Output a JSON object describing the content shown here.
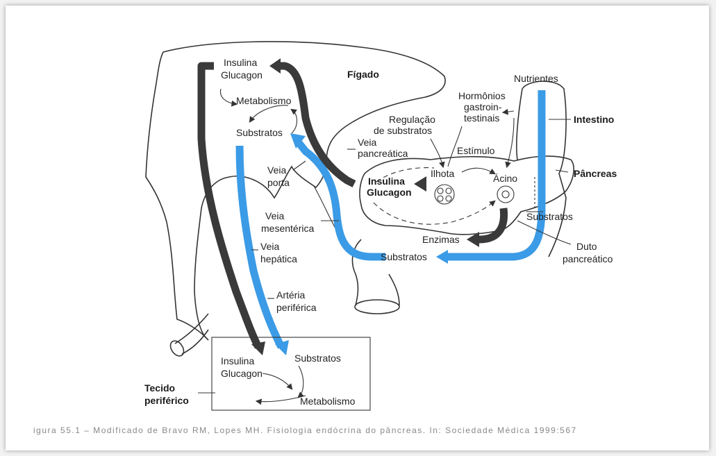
{
  "labels": {
    "figado": "Fígado",
    "insulina_glucagon_figado": [
      "Insulina",
      "Glucagon"
    ],
    "metabolismo_figado": "Metabolismo",
    "substratos_figado": "Substratos",
    "nutrientes": "Nutrientes",
    "hormonios": [
      "Hormônios",
      "gastroin-",
      "testinais"
    ],
    "intestino": "Intestino",
    "regulacao": [
      "Regulação",
      "de substratos"
    ],
    "veia_pancreatica": [
      "Veia",
      "pancreática"
    ],
    "estimulo": "Estímulo",
    "ilhota": "Ilhota",
    "acino": "Ácino",
    "pancreas": "Pâncreas",
    "insulina_glucagon_pancreas": [
      "Insulina",
      "Glucagon"
    ],
    "veia_porta": [
      "Veia",
      "porta"
    ],
    "veia_mesenterica": [
      "Veia",
      "mesentérica"
    ],
    "substratos_intestino": "Substratos",
    "enzimas": "Enzimas",
    "duto": [
      "Duto",
      "pancreático"
    ],
    "substratos_pancreas": "Substratos",
    "veia_hepatica": [
      "Veia",
      "hepática"
    ],
    "arteria": [
      "Artéria",
      "periférica"
    ],
    "insulina_glucagon_tecido": [
      "Insulina",
      "Glucagon"
    ],
    "substratos_tecido": "Substratos",
    "metabolismo_tecido": "Metabolismo",
    "tecido": [
      "Tecido",
      "periférico"
    ]
  },
  "caption": "igura 55.1 – Modificado de Bravo RM, Lopes MH. Fisiologia endócrina do pâncreas. In: Sociedade Médica 1999:567"
}
